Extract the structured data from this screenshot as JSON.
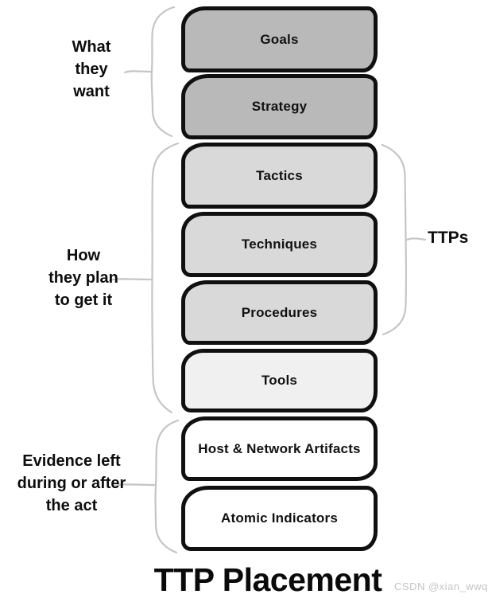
{
  "diagram": {
    "title": "TTP Placement",
    "watermark": "CSDN @xian_wwq",
    "boxes": [
      {
        "id": "goals",
        "label": "Goals",
        "fill": "#b9b9b9"
      },
      {
        "id": "strategy",
        "label": "Strategy",
        "fill": "#b9b9b9"
      },
      {
        "id": "tactics",
        "label": "Tactics",
        "fill": "#d9d9d9"
      },
      {
        "id": "techniques",
        "label": "Techniques",
        "fill": "#d9d9d9"
      },
      {
        "id": "procedures",
        "label": "Procedures",
        "fill": "#d9d9d9"
      },
      {
        "id": "tools",
        "label": "Tools",
        "fill": "#f0f0f0"
      },
      {
        "id": "host-network-artifacts",
        "label": "Host & Network Artifacts",
        "fill": "#ffffff"
      },
      {
        "id": "atomic-indicators",
        "label": "Atomic Indicators",
        "fill": "#ffffff"
      }
    ],
    "side_labels": [
      {
        "id": "what-they-want",
        "text": "What\nthey\nwant"
      },
      {
        "id": "how-they-plan",
        "text": "How\nthey plan\nto get it"
      },
      {
        "id": "evidence-left",
        "text": "Evidence left\nduring or after\nthe act"
      }
    ],
    "right_label": "TTPs",
    "colors": {
      "background": "#ffffff",
      "box_border": "#101010",
      "box_text": "#111111",
      "label_text": "#0d0d0d",
      "bracket": "#c5c5c5",
      "watermark": "#c4c4c4"
    }
  }
}
